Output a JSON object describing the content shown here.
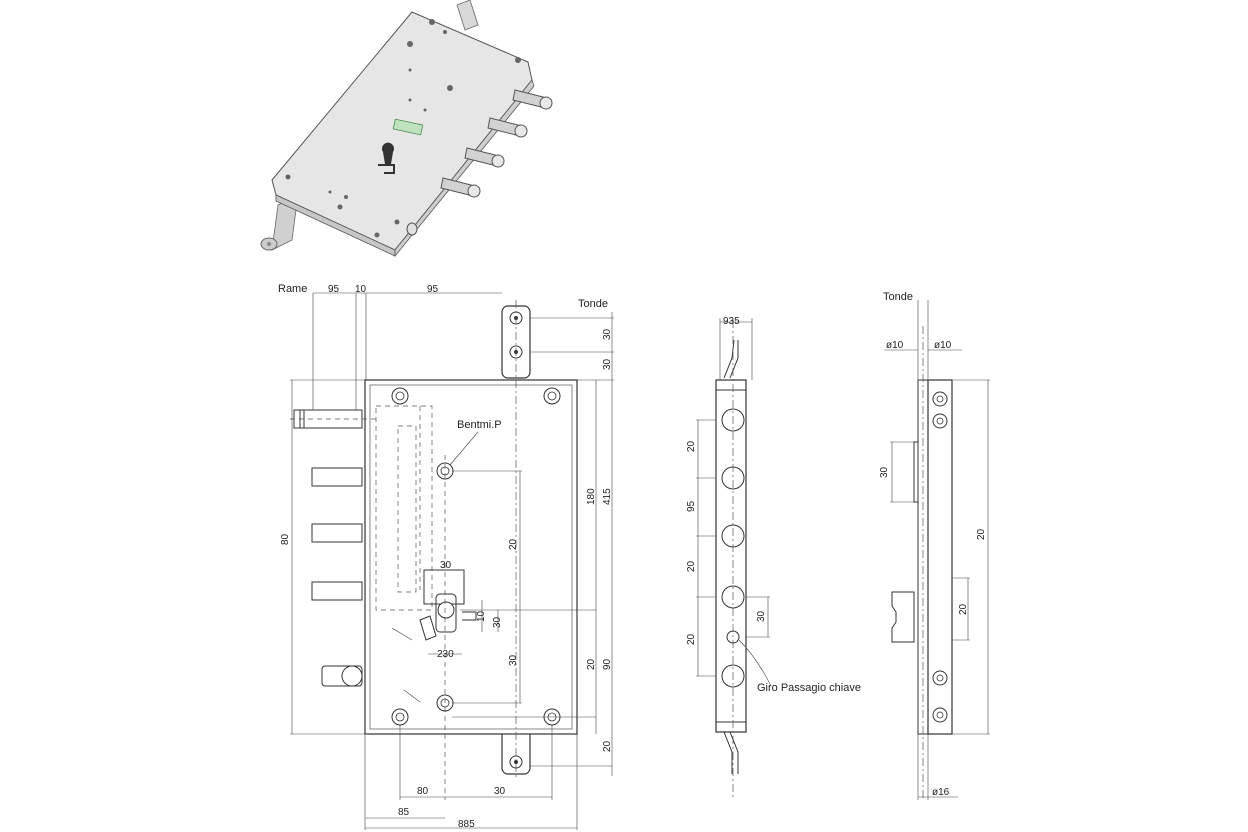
{
  "isometric": {
    "label_text": ""
  },
  "front_view": {
    "title_left": "Rame",
    "callout_bolt": "Bentmi.P",
    "top_dims": [
      "95",
      "10",
      "95"
    ],
    "right_label": "Tonde",
    "right_dims": [
      "30",
      "30",
      "180",
      "415",
      "20",
      "90",
      "20"
    ],
    "left_dims": [
      "80"
    ],
    "inner_dims": [
      "20",
      "30",
      "10",
      "30",
      "230",
      "30"
    ],
    "bottom_dims": [
      "80",
      "30",
      "85",
      "885"
    ]
  },
  "side_view": {
    "top_dim": "935",
    "left_dims": [
      "20",
      "95",
      "20",
      "20"
    ],
    "right_dims": [
      "30"
    ],
    "callout": "Giro Passagio chiave"
  },
  "edge_view": {
    "top_label": "Tonde",
    "dia_left": "ø10",
    "dia_right": "ø10",
    "left_dim": "30",
    "right_dim": "20",
    "mid_dim": "20",
    "bottom_dia": "ø16"
  }
}
